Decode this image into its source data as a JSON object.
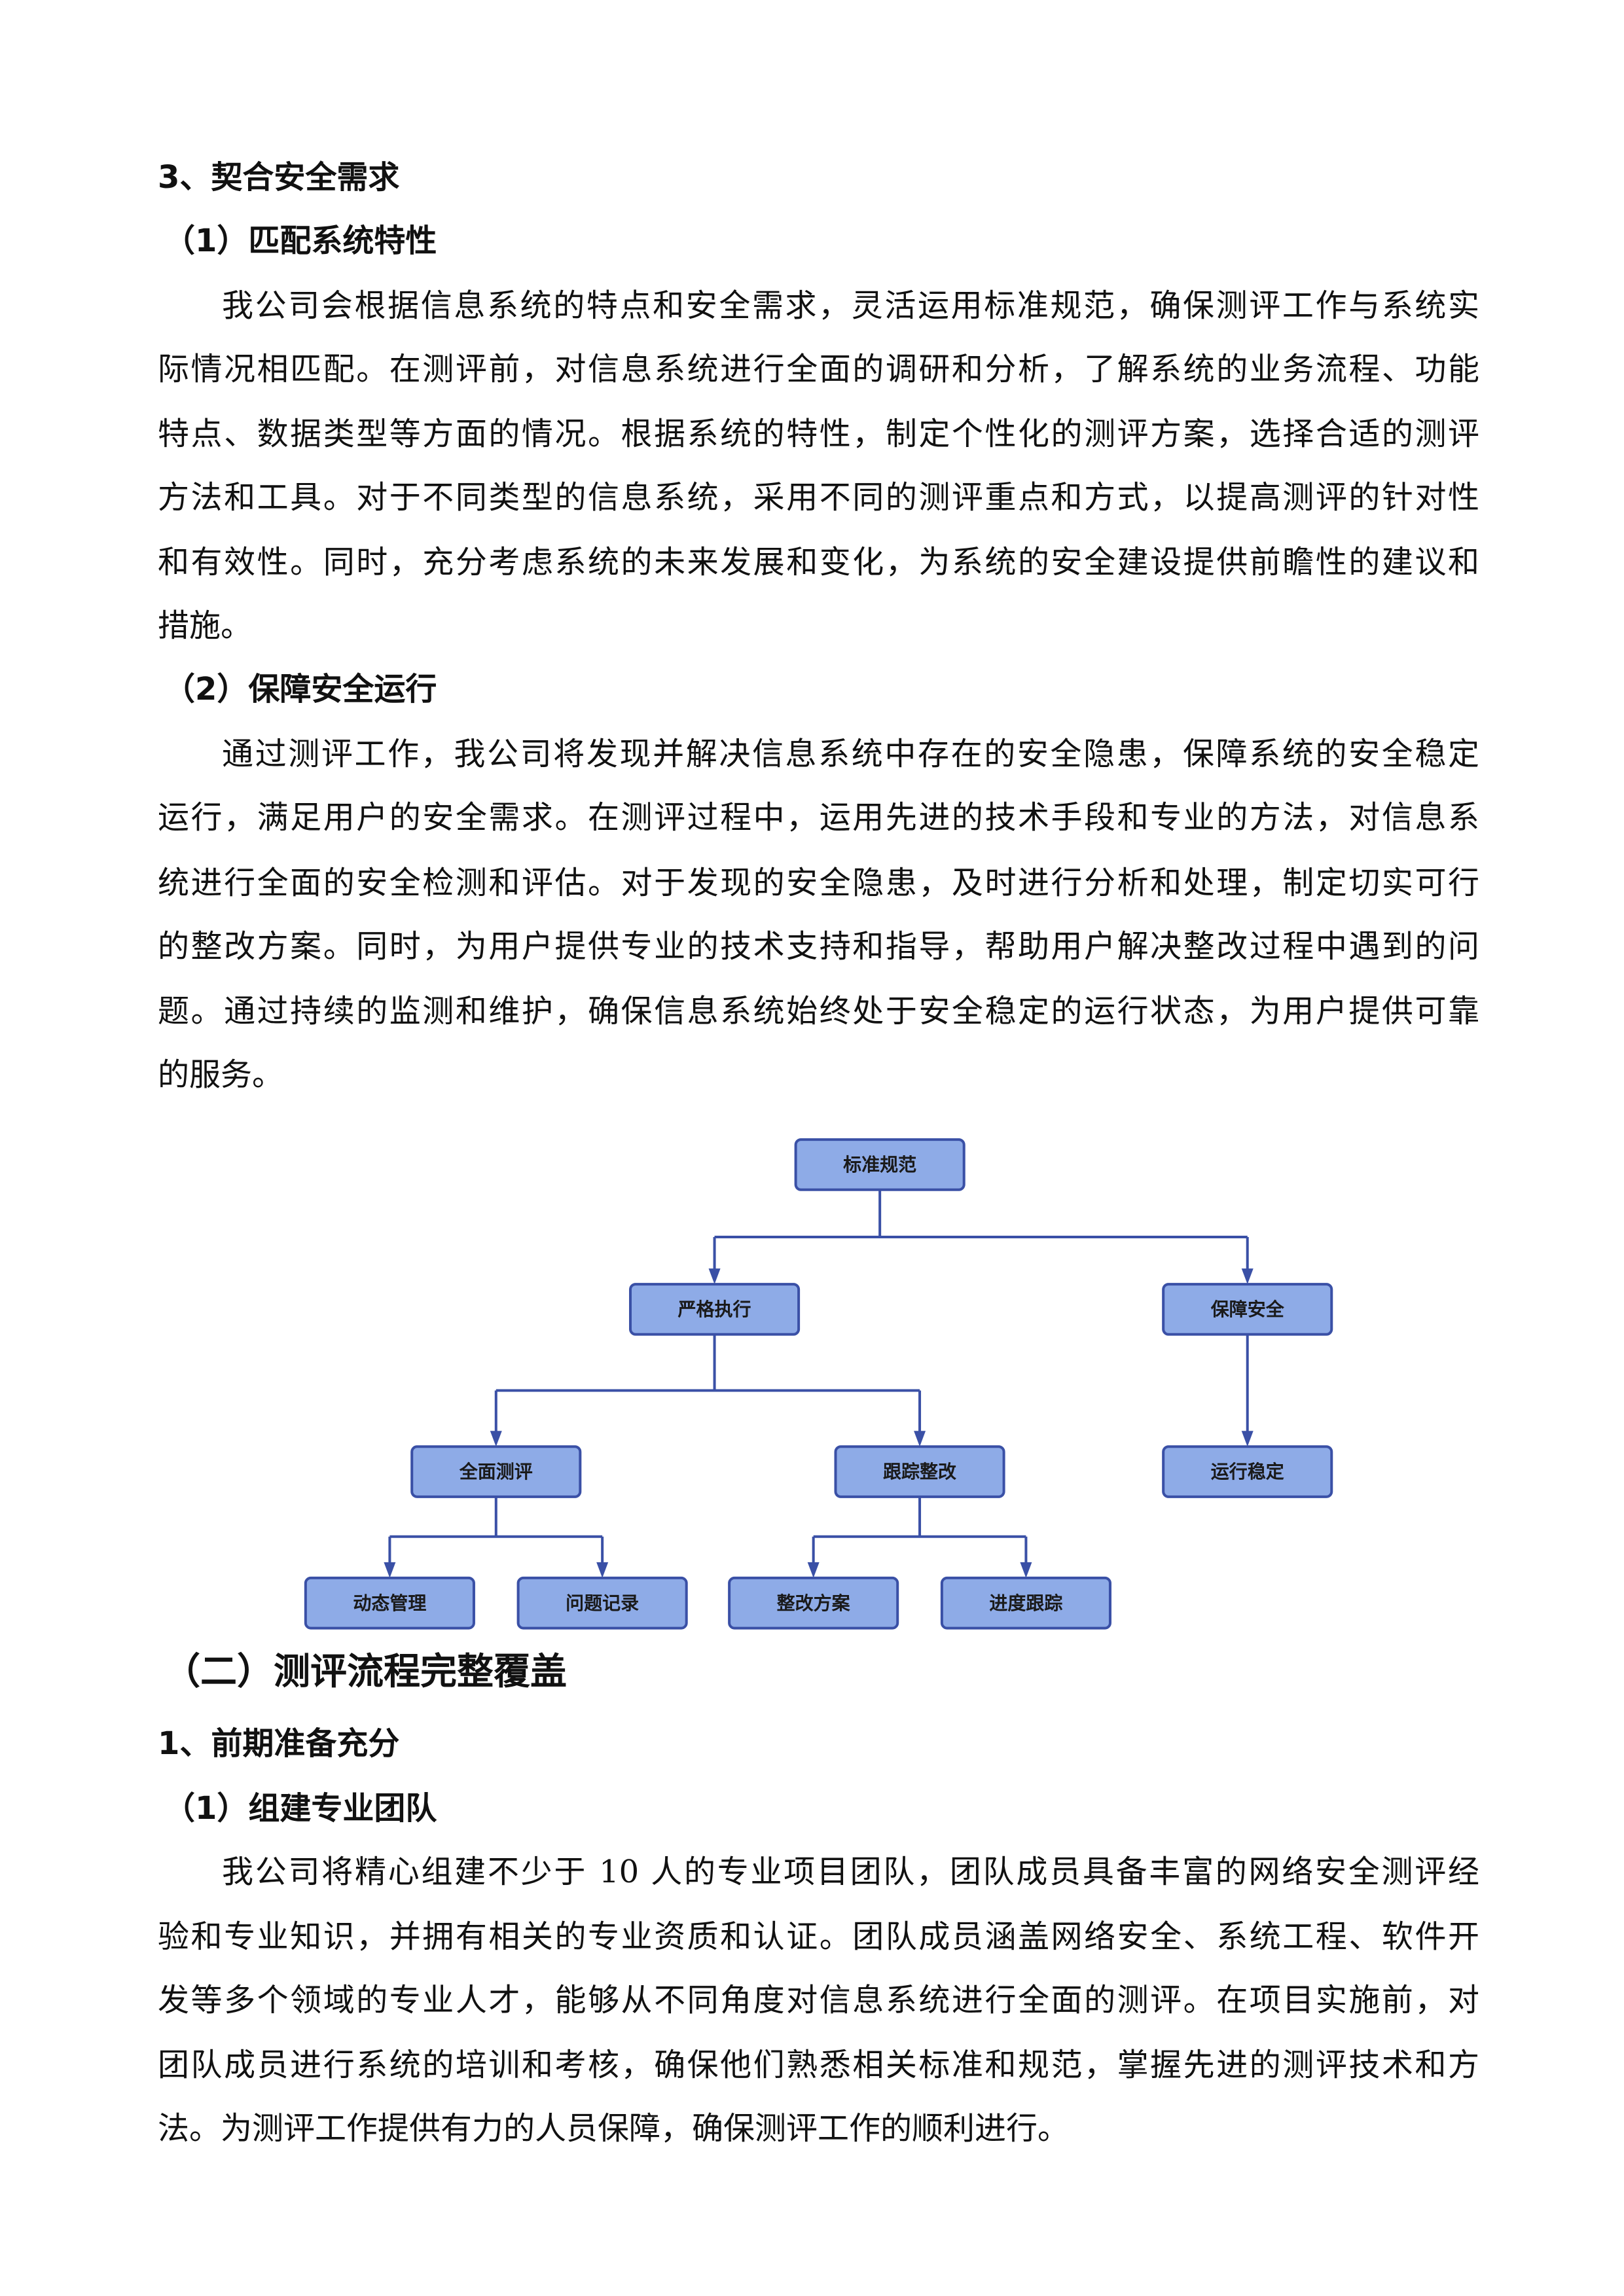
{
  "section3": {
    "heading": "3、契合安全需求",
    "sub1": {
      "heading": "（1）匹配系统特性",
      "lines": [
        "我公司会根据信息系统的特点和安全需求，灵活运用标准规范，确保测评工作与系统实",
        "际情况相匹配。在测评前，对信息系统进行全面的调研和分析，了解系统的业务流程、功能",
        "特点、数据类型等方面的情况。根据系统的特性，制定个性化的测评方案，选择合适的测评",
        "方法和工具。对于不同类型的信息系统，采用不同的测评重点和方式，以提高测评的针对性",
        "和有效性。同时，充分考虑系统的未来发展和变化，为系统的安全建设提供前瞻性的建议和",
        "措施。"
      ]
    },
    "sub2": {
      "heading": "（2）保障安全运行",
      "lines": [
        "通过测评工作，我公司将发现并解决信息系统中存在的安全隐患，保障系统的安全稳定",
        "运行，满足用户的安全需求。在测评过程中，运用先进的技术手段和专业的方法，对信息系",
        "统进行全面的安全检测和评估。对于发现的安全隐患，及时进行分析和处理，制定切实可行",
        "的整改方案。同时，为用户提供专业的技术支持和指导，帮助用户解决整改过程中遇到的问",
        "题。通过持续的监测和维护，确保信息系统始终处于安全稳定的运行状态，为用户提供可靠",
        "的服务。"
      ]
    }
  },
  "diagram": {
    "nodes": {
      "root": "标准规范",
      "strict": "严格执行",
      "secure": "保障安全",
      "full_eval": "全面测评",
      "track_fix": "跟踪整改",
      "stable": "运行稳定",
      "dynamic": "动态管理",
      "issues": "问题记录",
      "plan": "整改方案",
      "progress": "进度跟踪"
    },
    "colors": {
      "fill": "#8eabe7",
      "stroke": "#3a50a6"
    }
  },
  "section_two": {
    "heading": "（二）测评流程完整覆盖",
    "sub_heading": "1、前期准备充分",
    "sub1": {
      "heading": "（1）组建专业团队",
      "lines": [
        "我公司将精心组建不少于 10 人的专业项目团队，团队成员具备丰富的网络安全测评经",
        "验和专业知识，并拥有相关的专业资质和认证。团队成员涵盖网络安全、系统工程、软件开",
        "发等多个领域的专业人才，能够从不同角度对信息系统进行全面的测评。在项目实施前，对",
        "团队成员进行系统的培训和考核，确保他们熟悉相关标准和规范，掌握先进的测评技术和方",
        "法。为测评工作提供有力的人员保障，确保测评工作的顺利进行。"
      ]
    }
  }
}
